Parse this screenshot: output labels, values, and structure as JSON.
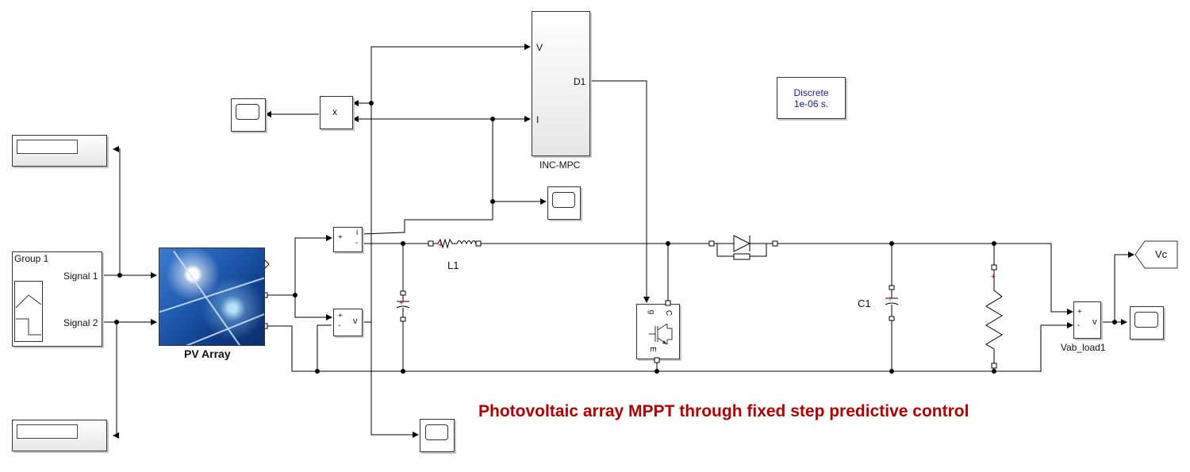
{
  "diagram": {
    "title": "Photovoltaic array MPPT through fixed step predictive control",
    "pv_array": {
      "label": "PV Array"
    },
    "signal_builder": {
      "group_label": "Group 1",
      "signal1": "Signal 1",
      "signal2": "Signal 2"
    },
    "mpc_block": {
      "label": "INC-MPC",
      "port_v": "V",
      "port_i": "I",
      "port_d1": "D1"
    },
    "powergui": {
      "line1": "Discrete",
      "line2": "1e-06 s."
    },
    "product_block": {
      "symbol": "x"
    },
    "current_meas": {
      "plus": "+",
      "minus": "-",
      "out": "i"
    },
    "voltage_meas": {
      "plus": "+",
      "minus": "-",
      "out": "v"
    },
    "inductor": {
      "label": "L1"
    },
    "capacitor_out": {
      "label": "C1"
    },
    "igbt": {
      "g": "g",
      "c": "C",
      "e": "E"
    },
    "load_meas": {
      "label": "Vab_load1",
      "plus": "+",
      "minus": "-",
      "out": "v"
    },
    "goto_tag": {
      "label": "Vc"
    }
  }
}
